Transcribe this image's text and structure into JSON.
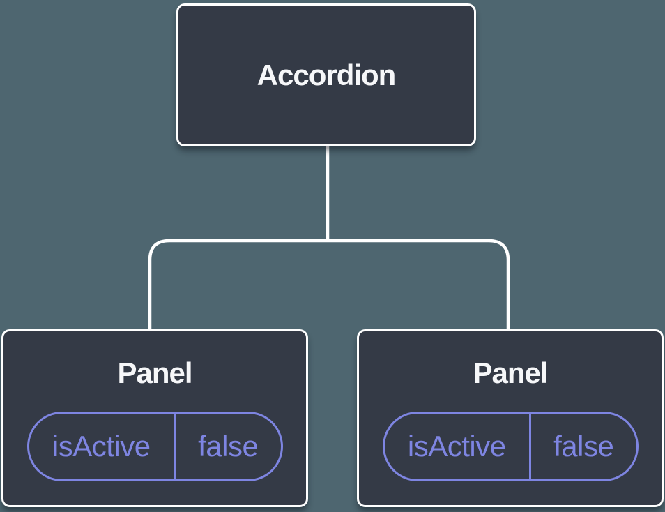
{
  "diagram": {
    "type": "component-tree",
    "colors": {
      "background": "#4E6670",
      "node_fill": "#343A46",
      "node_border": "#FFFFFF",
      "accent": "#7E85E2",
      "title_color": "#F6F7F9"
    },
    "root": {
      "label": "Accordion"
    },
    "children": [
      {
        "label": "Panel",
        "state": {
          "name": "isActive",
          "value": "false"
        }
      },
      {
        "label": "Panel",
        "state": {
          "name": "isActive",
          "value": "false"
        }
      }
    ]
  }
}
